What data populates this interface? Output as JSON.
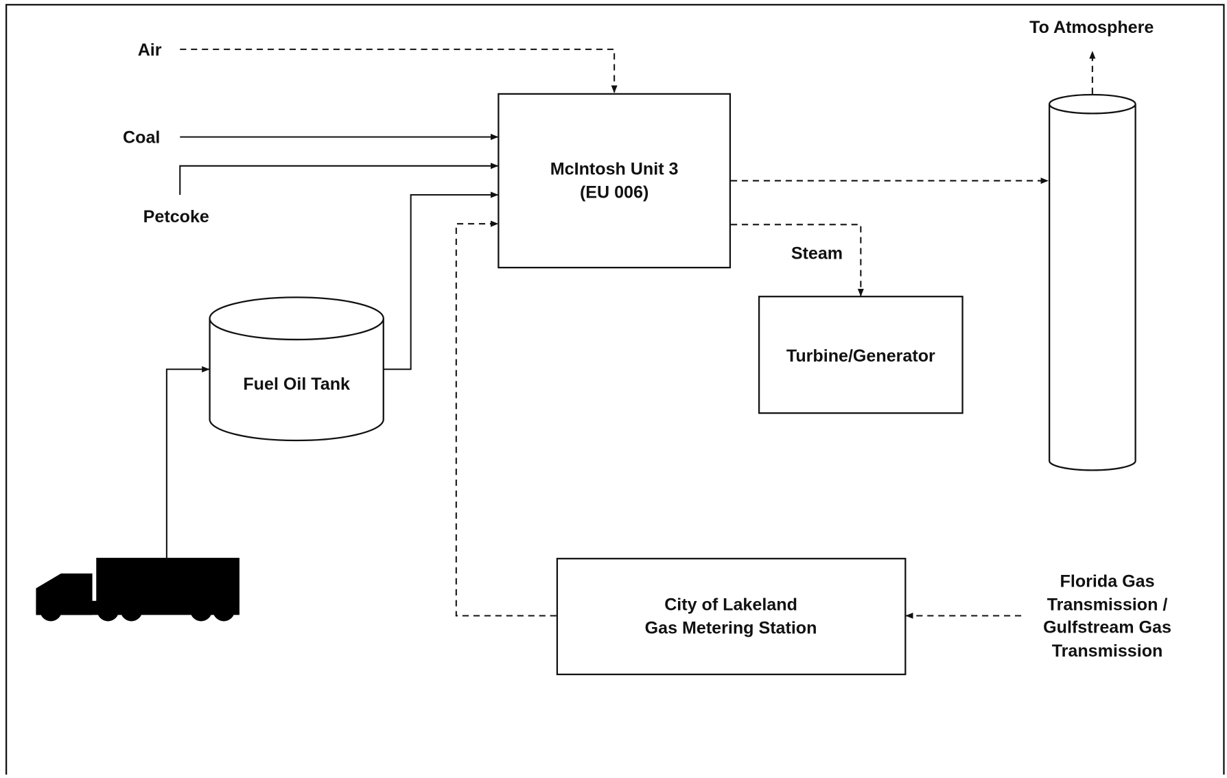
{
  "inputs": {
    "air": "Air",
    "coal": "Coal",
    "petcoke": "Petcoke"
  },
  "unit": {
    "line1": "McIntosh Unit 3",
    "line2": "(EU 006)"
  },
  "fuel_oil_tank": "Fuel Oil Tank",
  "steam": "Steam",
  "turbine_generator": "Turbine/Generator",
  "atmosphere": "To Atmosphere",
  "metering_station": {
    "line1": "City of Lakeland",
    "line2": "Gas Metering Station"
  },
  "gas_supplier": {
    "line1": "Florida Gas",
    "line2": "Transmission /",
    "line3": "Gulfstream Gas",
    "line4": "Transmission"
  },
  "colors": {
    "stroke": "#111111",
    "background": "#ffffff"
  }
}
